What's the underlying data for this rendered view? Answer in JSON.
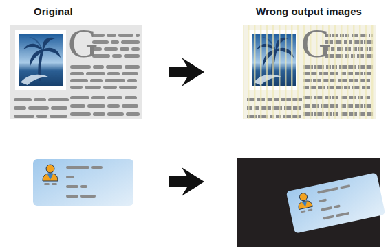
{
  "diagram": {
    "labels": [
      "Original",
      "Wrong output images",
      "G",
      "G"
    ]
  }
}
